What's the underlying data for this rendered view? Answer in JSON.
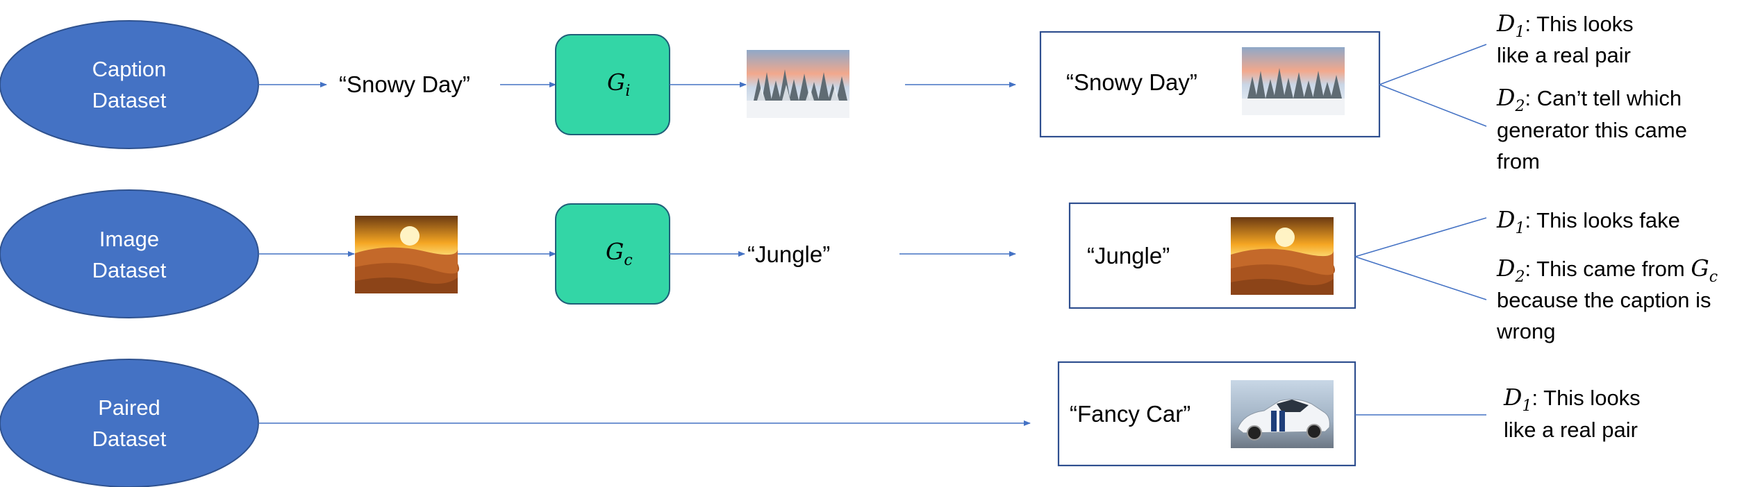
{
  "sources": {
    "caption": {
      "line1": "Caption",
      "line2": "Dataset"
    },
    "image": {
      "line1": "Image",
      "line2": "Dataset"
    },
    "paired": {
      "line1": "Paired",
      "line2": "Dataset"
    }
  },
  "row1": {
    "input_caption": "“Snowy Day”",
    "generator": {
      "letter": "G",
      "sub": "i"
    },
    "pair_caption": "“Snowy Day”",
    "d1": {
      "letter": "D",
      "sub": "1",
      "line1_rest": ": This looks",
      "line2": "like a real pair"
    },
    "d2": {
      "letter": "D",
      "sub": "2",
      "line1_rest": ": Can’t tell which",
      "line2": "generator this came",
      "line3": "from"
    }
  },
  "row2": {
    "generator": {
      "letter": "G",
      "sub": "c"
    },
    "output_caption": "“Jungle”",
    "pair_caption": "“Jungle”",
    "d1": {
      "letter": "D",
      "sub": "1",
      "line1_rest": ": This looks fake"
    },
    "d2": {
      "letter": "D",
      "sub": "2",
      "line1_rest": ": This came from ",
      "gen_letter": "G",
      "gen_sub": "c",
      "line2": "because the caption is",
      "line3": "wrong"
    }
  },
  "row3": {
    "pair_caption": "“Fancy Car”",
    "d1": {
      "letter": "D",
      "sub": "1",
      "line1_rest": ": This looks",
      "line2": "like a real pair"
    }
  },
  "images": {
    "snowy": "snowy-forest-image",
    "desert": "desert-sunset-image",
    "car": "sports-car-image"
  },
  "colors": {
    "ellipse_fill": "#4472c4",
    "generator_fill": "#33d6a6",
    "arrow": "#4472c4",
    "box_border": "#2f4f8f"
  }
}
